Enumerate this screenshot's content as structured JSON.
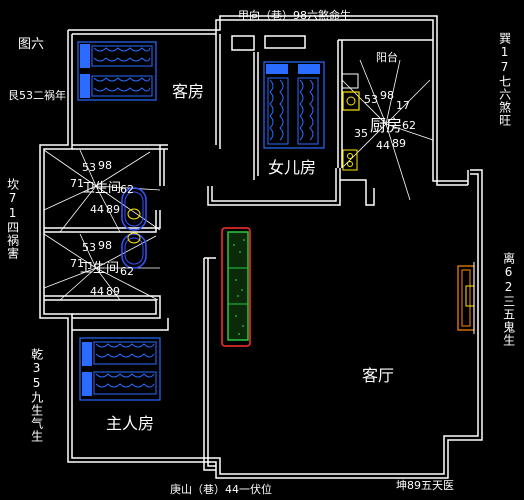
{
  "figure_label": "图六",
  "compass": {
    "top": "甲向（巷）98六煞命生",
    "bottom_left": "庚山（巷）44一伏位",
    "bottom_right": "坤89五天医",
    "left_top": "艮53二祸年",
    "left_mid": "坎71四祸害",
    "left_bottom": "乾35九生气生",
    "right_top": "巽17七六煞旺",
    "right_mid": "离62三五鬼生"
  },
  "rooms": {
    "guest_room": "客房",
    "daughter_room": "女儿房",
    "balcony": "阳台",
    "kitchen": "厨房",
    "bathroom_upper": "卫生间",
    "bathroom_lower": "卫生间",
    "master_room": "主人房",
    "living_room": "客厅"
  },
  "kitchen_numbers": [
    "53",
    "98",
    "17",
    "35",
    "62",
    "44",
    "89"
  ],
  "bath_upper_numbers": [
    "53",
    "98",
    "71",
    "62",
    "44",
    "89"
  ],
  "bath_lower_numbers": [
    "53",
    "98",
    "71",
    "62",
    "44",
    "89"
  ],
  "colors": {
    "wall": "#ffffff",
    "bed": "#2a6cff",
    "sofa_green": "#27c93f",
    "sofa_red": "#ff3030",
    "yellow": "#ffe600",
    "orange": "#ff8c00",
    "tub": "#3355ff"
  }
}
